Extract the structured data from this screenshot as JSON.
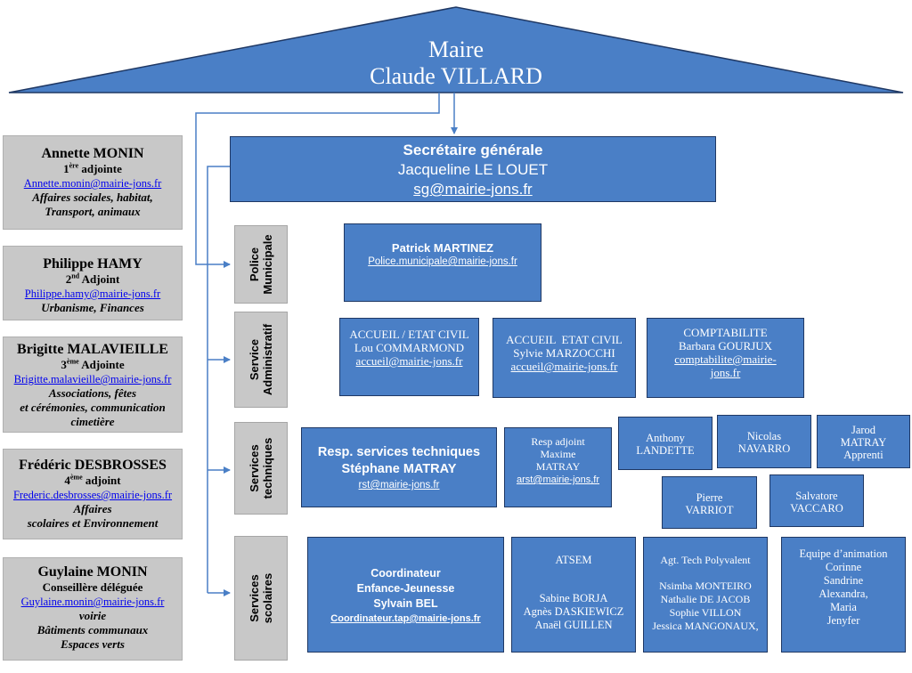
{
  "maire": {
    "title": "Maire",
    "name": "Claude VILLARD"
  },
  "adjoints": [
    {
      "name": "Annette MONIN",
      "rank_num": "1",
      "rank_sup": "ère",
      "rank_word": " adjointe",
      "email": "Annette.monin@mairie-jons.fr",
      "desc": [
        "Affaires sociales, habitat,",
        "Transport, animaux"
      ]
    },
    {
      "name": "Philippe HAMY",
      "rank_num": "2",
      "rank_sup": "nd",
      "rank_word": " Adjoint",
      "email": "Philippe.hamy@mairie-jons.fr",
      "desc": [
        "Urbanisme, Finances"
      ]
    },
    {
      "name": "Brigitte MALAVIEILLE",
      "rank_num": "3",
      "rank_sup": "ème",
      "rank_word": " Adjointe",
      "email": "Brigitte.malavieille@mairie-jons.fr",
      "desc": [
        "Associations, fêtes",
        "et cérémonies, communication",
        "cimetière"
      ]
    },
    {
      "name": "Frédéric DESBROSSES",
      "rank_num": "4",
      "rank_sup": "ème",
      "rank_word": " adjoint",
      "email": "Frederic.desbrosses@mairie-jons.fr",
      "desc": [
        "Affaires",
        "scolaires et Environnement"
      ]
    },
    {
      "name": "Guylaine MONIN",
      "rank_num": "",
      "rank_sup": "",
      "rank_word": "Conseillère déléguée",
      "email": "Guylaine.monin@mairie-jons.fr",
      "desc": [
        "voirie",
        "Bâtiments communaux",
        "Espaces verts"
      ]
    }
  ],
  "secretaire": {
    "title": "Secrétaire générale",
    "name": "Jacqueline LE LOUET",
    "email": "sg@mairie-jons.fr"
  },
  "services": {
    "police": {
      "label_1": "Police",
      "label_2": "Municipale"
    },
    "admin": {
      "label_1": "Service",
      "label_2": "Administratif"
    },
    "techniques": {
      "label_1": "Services",
      "label_2": "techniques"
    },
    "scolaires": {
      "label_1": "Services",
      "label_2": "scolaires"
    }
  },
  "police_box": {
    "name": "Patrick MARTINEZ",
    "email": "Police.municipale@mairie-jons.fr"
  },
  "admin_boxes": [
    {
      "title": "ACCUEIL / ETAT CIVIL",
      "name": "Lou COMMARMOND",
      "email": "accueil@mairie-jons.fr"
    },
    {
      "title": "ACCUEIL  ETAT CIVIL",
      "name": "Sylvie MARZOCCHI",
      "email": "accueil@mairie-jons.fr"
    },
    {
      "title": "COMPTABILITE",
      "name": "Barbara GOURJUX",
      "email_1": "comptabilite@mairie-",
      "email_2": "jons.fr"
    }
  ],
  "tech": {
    "resp": {
      "title": "Resp. services techniques",
      "name": "Stéphane MATRAY",
      "email": "rst@mairie-jons.fr"
    },
    "adjoint": {
      "line1": "Resp adjoint",
      "line2": "Maxime",
      "line3": "MATRAY",
      "email": "arst@mairie-jons,fr"
    },
    "agents": [
      {
        "line1": "Anthony",
        "line2": "LANDETTE",
        "line3": ""
      },
      {
        "line1": "Nicolas",
        "line2": "NAVARRO",
        "line3": ""
      },
      {
        "line1": "Jarod",
        "line2": "MATRAY",
        "line3": "Apprenti"
      },
      {
        "line1": "Pierre",
        "line2": "VARRIOT",
        "line3": ""
      },
      {
        "line1": "Salvatore",
        "line2": "VACCARO",
        "line3": ""
      }
    ]
  },
  "scol": {
    "coord": {
      "line1": "Coordinateur",
      "line2": "Enfance-Jeunesse",
      "line3": "Sylvain BEL",
      "email": "Coordinateur.tap@mairie-jons.fr"
    },
    "atsem": {
      "title": "ATSEM",
      "names": [
        "Sabine BORJA",
        "Agnès DASKIEWICZ",
        "Anaël GUILLEN"
      ]
    },
    "agt": {
      "title": "Agt. Tech Polyvalent",
      "names": [
        "Nsimba MONTEIRO",
        "Nathalie DE JACOB",
        "Sophie VILLON",
        "Jessica MANGONAUX,"
      ]
    },
    "anim": {
      "title": "Equipe d’animation",
      "names": [
        "Corinne",
        "Sandrine",
        "Alexandra,",
        "Maria",
        "Jenyfer"
      ]
    }
  },
  "colors": {
    "box_fill": "#4a7fc6",
    "box_border": "#1f3864",
    "side_fill": "#c8c8c8",
    "connector": "#4a7fc6"
  }
}
